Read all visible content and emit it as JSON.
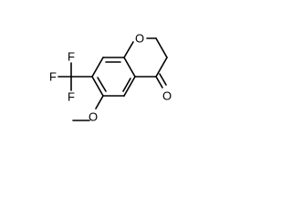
{
  "molecule": {
    "atom_labels": {
      "ring_oxygen": "O",
      "carbonyl_oxygen": "O",
      "methoxy_oxygen": "O",
      "fluorine_1": "F",
      "fluorine_2": "F",
      "fluorine_3": "F"
    }
  },
  "colors": {
    "ink": "#000000",
    "background": "#ffffff"
  }
}
